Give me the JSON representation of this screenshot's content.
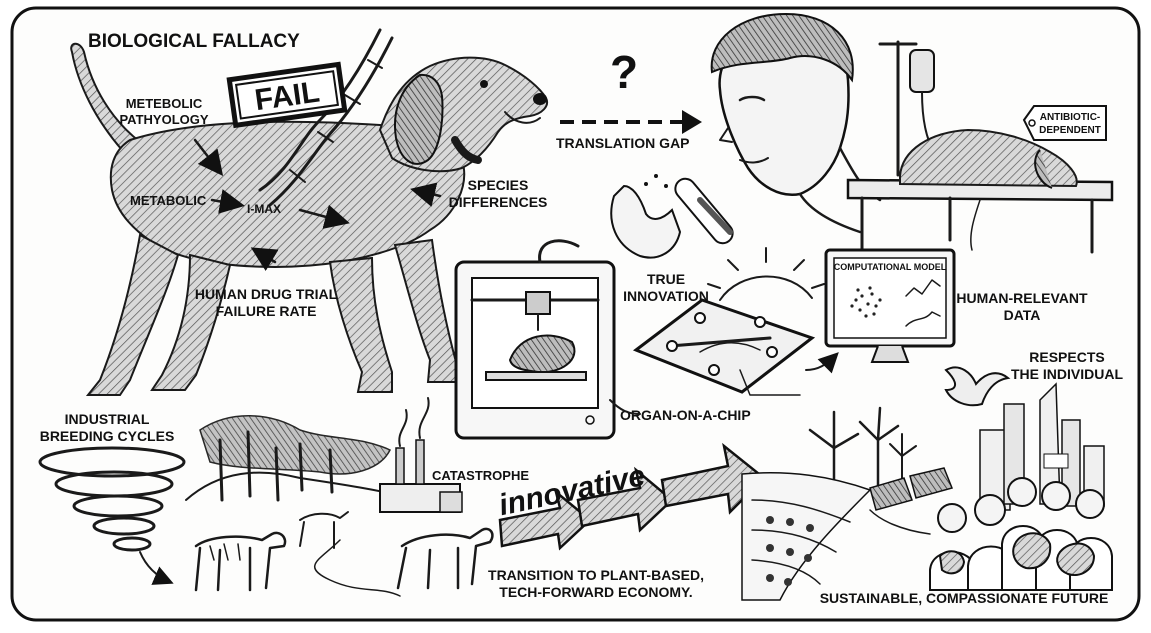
{
  "labels": {
    "biological_fallacy": "BIOLOGICAL FALLACY",
    "fail_stamp": "FAIL",
    "metebolic_pathyology_line1": "METEBOLIC",
    "metebolic_pathyology_line2": "PATHYOLOGY",
    "metabolic": "METABOLIC",
    "i_max": "I-MAX",
    "species_line1": "SPECIES",
    "species_line2": "DIFFERENCES",
    "human_drug_line1": "HUMAN DRUG TRIAL",
    "human_drug_line2": "FAILURE RATE",
    "question_mark": "?",
    "translation_gap": "TRANSLATION GAP",
    "antibiotic_line1": "ANTIBIOTIC-",
    "antibiotic_line2": "DEPENDENT",
    "true_innovation_line1": "TRUE",
    "true_innovation_line2": "INNOVATION",
    "computational_model": "COMPUTATIONAL MODEL",
    "human_relevant_line1": "HUMAN-RELEVANT",
    "human_relevant_line2": "DATA",
    "organ_on_a_chip": "ORGAN-ON-A-CHIP",
    "respects_line1": "RESPECTS",
    "respects_line2": "THE INDIVIDUAL",
    "industrial_line1": "INDUSTRIAL",
    "industrial_line2": "BREEDING CYCLES",
    "catastrophe": "CATASTROPHE",
    "innovative": "innovative",
    "transition_line1": "TRANSITION TO PLANT-BASED,",
    "transition_line2": "TECH-FORWARD ECONOMY.",
    "sustainable_future": "SUSTAINABLE, COMPASSIONATE FUTURE"
  }
}
